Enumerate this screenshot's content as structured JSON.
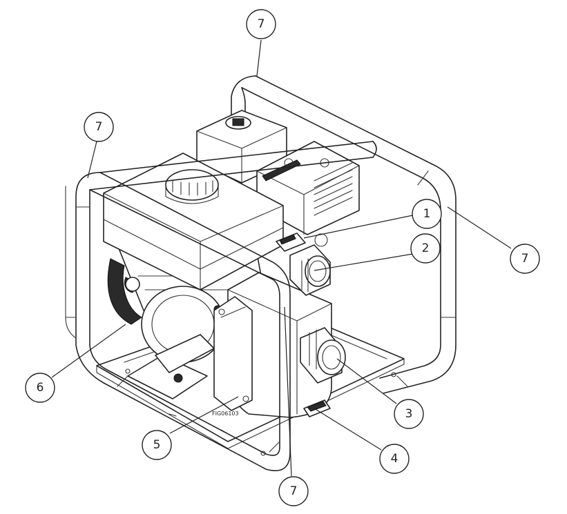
{
  "figure_code": "FIG06103",
  "callouts": [
    {
      "id": "c1",
      "label": "1"
    },
    {
      "id": "c2",
      "label": "2"
    },
    {
      "id": "c3",
      "label": "3"
    },
    {
      "id": "c4",
      "label": "4"
    },
    {
      "id": "c5",
      "label": "5"
    },
    {
      "id": "c6",
      "label": "6"
    },
    {
      "id": "c7a",
      "label": "7"
    },
    {
      "id": "c7b",
      "label": "7"
    },
    {
      "id": "c7c",
      "label": "7"
    },
    {
      "id": "c7d",
      "label": "7"
    }
  ]
}
